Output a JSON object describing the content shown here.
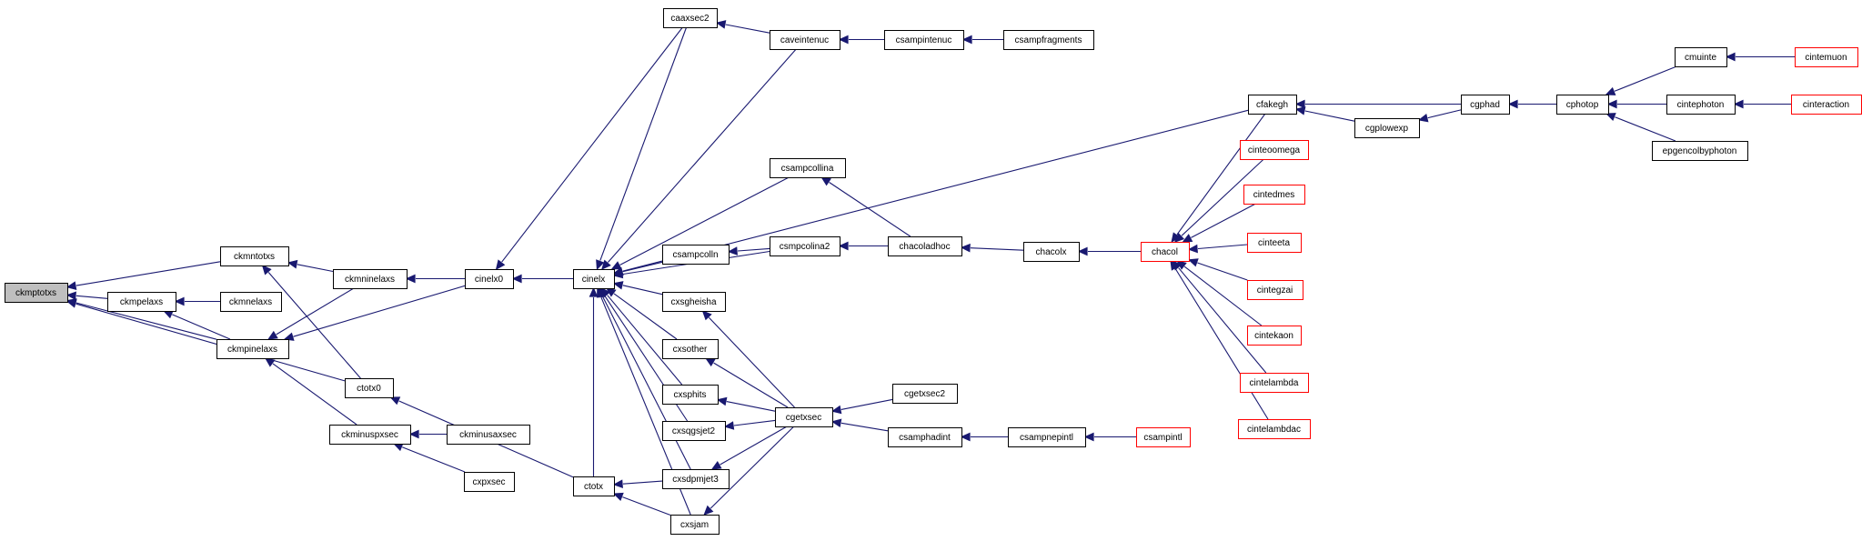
{
  "graph": {
    "nodes": [
      {
        "id": "ckmptotxs",
        "label": "ckmptotxs",
        "style": "root"
      },
      {
        "id": "ckmntotxs",
        "label": "ckmntotxs",
        "style": "normal"
      },
      {
        "id": "ckmpelaxs",
        "label": "ckmpelaxs",
        "style": "normal"
      },
      {
        "id": "ckmpinelaxs",
        "label": "ckmpinelaxs",
        "style": "normal"
      },
      {
        "id": "ckmnelaxs",
        "label": "ckmnelaxs",
        "style": "normal"
      },
      {
        "id": "ckmninelaxs",
        "label": "ckmninelaxs",
        "style": "normal"
      },
      {
        "id": "ctotx0",
        "label": "ctotx0",
        "style": "normal"
      },
      {
        "id": "ckminuspxsec",
        "label": "ckminuspxsec",
        "style": "normal"
      },
      {
        "id": "ckminusaxsec",
        "label": "ckminusaxsec",
        "style": "normal"
      },
      {
        "id": "cxpxsec",
        "label": "cxpxsec",
        "style": "normal"
      },
      {
        "id": "cinelx0",
        "label": "cinelx0",
        "style": "normal"
      },
      {
        "id": "cinelx",
        "label": "cinelx",
        "style": "normal"
      },
      {
        "id": "ctotx",
        "label": "ctotx",
        "style": "normal"
      },
      {
        "id": "caaxsec2",
        "label": "caaxsec2",
        "style": "normal"
      },
      {
        "id": "caveintenuc",
        "label": "caveintenuc",
        "style": "normal"
      },
      {
        "id": "csampintenuc",
        "label": "csampintenuc",
        "style": "normal"
      },
      {
        "id": "csampfragments",
        "label": "csampfragments",
        "style": "normal"
      },
      {
        "id": "csampcollina",
        "label": "csampcollina",
        "style": "normal"
      },
      {
        "id": "csampcolln",
        "label": "csampcolln",
        "style": "normal"
      },
      {
        "id": "csmpcolina2",
        "label": "csmpcolina2",
        "style": "normal"
      },
      {
        "id": "chacoladhoc",
        "label": "chacoladhoc",
        "style": "normal"
      },
      {
        "id": "chacolx",
        "label": "chacolx",
        "style": "normal"
      },
      {
        "id": "chacol",
        "label": "chacol",
        "style": "red"
      },
      {
        "id": "cxsgheisha",
        "label": "cxsgheisha",
        "style": "normal"
      },
      {
        "id": "cxsother",
        "label": "cxsother",
        "style": "normal"
      },
      {
        "id": "cxsphits",
        "label": "cxsphits",
        "style": "normal"
      },
      {
        "id": "cxsqgsjet2",
        "label": "cxsqgsjet2",
        "style": "normal"
      },
      {
        "id": "cxsdpmjet3",
        "label": "cxsdpmjet3",
        "style": "normal"
      },
      {
        "id": "cxsjam",
        "label": "cxsjam",
        "style": "normal"
      },
      {
        "id": "cgetxsec",
        "label": "cgetxsec",
        "style": "normal"
      },
      {
        "id": "cgetxsec2",
        "label": "cgetxsec2",
        "style": "normal"
      },
      {
        "id": "csamphadint",
        "label": "csamphadint",
        "style": "normal"
      },
      {
        "id": "csampnepintl",
        "label": "csampnepintl",
        "style": "normal"
      },
      {
        "id": "csampintl",
        "label": "csampintl",
        "style": "red"
      },
      {
        "id": "cfakegh",
        "label": "cfakegh",
        "style": "normal"
      },
      {
        "id": "cgplowexp",
        "label": "cgplowexp",
        "style": "normal"
      },
      {
        "id": "cgphad",
        "label": "cgphad",
        "style": "normal"
      },
      {
        "id": "cphotop",
        "label": "cphotop",
        "style": "normal"
      },
      {
        "id": "cmuinte",
        "label": "cmuinte",
        "style": "normal"
      },
      {
        "id": "cintemuon",
        "label": "cintemuon",
        "style": "red"
      },
      {
        "id": "cintephoton",
        "label": "cintephoton",
        "style": "normal"
      },
      {
        "id": "cinteraction",
        "label": "cinteraction",
        "style": "red"
      },
      {
        "id": "epgencolbyphoton",
        "label": "epgencolbyphoton",
        "style": "normal"
      },
      {
        "id": "cinteoomega",
        "label": "cinteoomega",
        "style": "red"
      },
      {
        "id": "cintedmes",
        "label": "cintedmes",
        "style": "red"
      },
      {
        "id": "cinteeta",
        "label": "cinteeta",
        "style": "red"
      },
      {
        "id": "cintegzai",
        "label": "cintegzai",
        "style": "red"
      },
      {
        "id": "cintekaon",
        "label": "cintekaon",
        "style": "red"
      },
      {
        "id": "cintelambda",
        "label": "cintelambda",
        "style": "red"
      },
      {
        "id": "cintelambdac",
        "label": "cintelambdac",
        "style": "red"
      }
    ],
    "edges": [
      {
        "from": "ckmntotxs",
        "to": "ckmptotxs"
      },
      {
        "from": "ckmpelaxs",
        "to": "ckmptotxs"
      },
      {
        "from": "ckmpinelaxs",
        "to": "ckmptotxs"
      },
      {
        "from": "ctotx0",
        "to": "ckmptotxs"
      },
      {
        "from": "ckmnelaxs",
        "to": "ckmpelaxs"
      },
      {
        "from": "ckmpinelaxs",
        "to": "ckmpelaxs"
      },
      {
        "from": "ckmninelaxs",
        "to": "ckmntotxs"
      },
      {
        "from": "ctotx0",
        "to": "ckmntotxs"
      },
      {
        "from": "ckmninelaxs",
        "to": "ckmpinelaxs"
      },
      {
        "from": "cinelx0",
        "to": "ckmninelaxs"
      },
      {
        "from": "cinelx0",
        "to": "ckmpinelaxs"
      },
      {
        "from": "ckminuspxsec",
        "to": "ckmpinelaxs"
      },
      {
        "from": "ckminusaxsec",
        "to": "ckminuspxsec"
      },
      {
        "from": "cxpxsec",
        "to": "ckminuspxsec"
      },
      {
        "from": "ctotx",
        "to": "ctotx0"
      },
      {
        "from": "cinelx",
        "to": "cinelx0"
      },
      {
        "from": "caaxsec2",
        "to": "cinelx0"
      },
      {
        "from": "caaxsec2",
        "to": "cinelx"
      },
      {
        "from": "caveintenuc",
        "to": "caaxsec2"
      },
      {
        "from": "caveintenuc",
        "to": "cinelx"
      },
      {
        "from": "csampintenuc",
        "to": "caveintenuc"
      },
      {
        "from": "csampfragments",
        "to": "csampintenuc"
      },
      {
        "from": "cfakegh",
        "to": "cinelx"
      },
      {
        "from": "csampcollina",
        "to": "cinelx"
      },
      {
        "from": "csmpcolina2",
        "to": "cinelx"
      },
      {
        "from": "csampcolln",
        "to": "cinelx"
      },
      {
        "from": "cxsgheisha",
        "to": "cinelx"
      },
      {
        "from": "cxsother",
        "to": "cinelx"
      },
      {
        "from": "cxsphits",
        "to": "cinelx"
      },
      {
        "from": "cxsqgsjet2",
        "to": "cinelx"
      },
      {
        "from": "cxsdpmjet3",
        "to": "cinelx"
      },
      {
        "from": "cxsjam",
        "to": "cinelx"
      },
      {
        "from": "ctotx",
        "to": "cinelx"
      },
      {
        "from": "csmpcolina2",
        "to": "csampcolln"
      },
      {
        "from": "chacoladhoc",
        "to": "csmpcolina2"
      },
      {
        "from": "chacoladhoc",
        "to": "csampcollina"
      },
      {
        "from": "chacolx",
        "to": "chacoladhoc"
      },
      {
        "from": "chacol",
        "to": "chacolx"
      },
      {
        "from": "cgetxsec",
        "to": "cxsgheisha"
      },
      {
        "from": "cgetxsec",
        "to": "cxsother"
      },
      {
        "from": "cgetxsec",
        "to": "cxsphits"
      },
      {
        "from": "cgetxsec",
        "to": "cxsqgsjet2"
      },
      {
        "from": "cgetxsec",
        "to": "cxsdpmjet3"
      },
      {
        "from": "cgetxsec",
        "to": "cxsjam"
      },
      {
        "from": "cxsdpmjet3",
        "to": "ctotx"
      },
      {
        "from": "cxsjam",
        "to": "ctotx"
      },
      {
        "from": "cgetxsec2",
        "to": "cgetxsec"
      },
      {
        "from": "csamphadint",
        "to": "cgetxsec"
      },
      {
        "from": "csampnepintl",
        "to": "csamphadint"
      },
      {
        "from": "csampintl",
        "to": "csampnepintl"
      },
      {
        "from": "cgplowexp",
        "to": "cfakegh"
      },
      {
        "from": "cgphad",
        "to": "cfakegh"
      },
      {
        "from": "cgphad",
        "to": "cgplowexp"
      },
      {
        "from": "cphotop",
        "to": "cgphad"
      },
      {
        "from": "cmuinte",
        "to": "cphotop"
      },
      {
        "from": "cintephoton",
        "to": "cphotop"
      },
      {
        "from": "epgencolbyphoton",
        "to": "cphotop"
      },
      {
        "from": "cintemuon",
        "to": "cmuinte"
      },
      {
        "from": "cinteraction",
        "to": "cintephoton"
      },
      {
        "from": "cfakegh",
        "to": "chacol"
      },
      {
        "from": "cinteoomega",
        "to": "chacol"
      },
      {
        "from": "cintedmes",
        "to": "chacol"
      },
      {
        "from": "cinteeta",
        "to": "chacol"
      },
      {
        "from": "cintegzai",
        "to": "chacol"
      },
      {
        "from": "cintekaon",
        "to": "chacol"
      },
      {
        "from": "cintelambda",
        "to": "chacol"
      },
      {
        "from": "cintelambdac",
        "to": "chacol"
      }
    ]
  },
  "colors": {
    "edge": "#191970",
    "node_border": "#000000",
    "highlight_border": "#ff0000",
    "root_fill": "#bfbfbf",
    "background": "#ffffff"
  }
}
